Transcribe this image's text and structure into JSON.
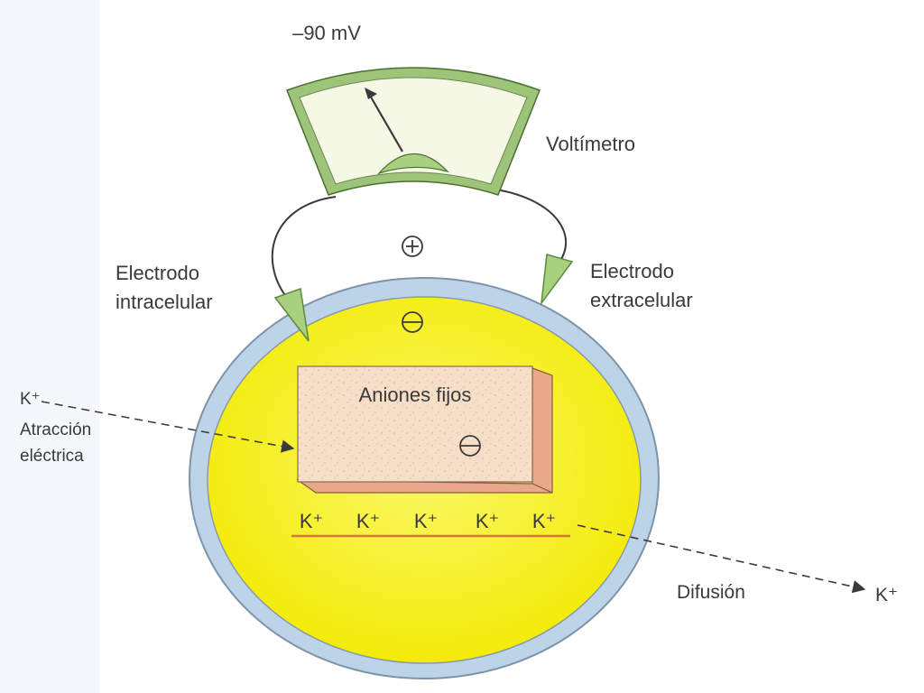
{
  "meter": {
    "reading": "–90 mV",
    "label": "Voltímetro"
  },
  "electrodes": {
    "intracellular": [
      "Electrodo",
      "intracelular"
    ],
    "extracellular": [
      "Electrodo",
      "extracelular"
    ]
  },
  "charges": {
    "positive": "+",
    "negative": "−"
  },
  "anions": {
    "label": "Aniones fijos"
  },
  "potassium": {
    "ions": [
      "K⁺",
      "K⁺",
      "K⁺",
      "K⁺",
      "K⁺"
    ],
    "attraction_ion": "K⁺",
    "attraction_label": [
      "Atracción",
      "eléctrica"
    ],
    "diffusion_label": "Difusión",
    "diffusion_ion": "K⁺"
  },
  "colors": {
    "cytoplasm": "#f6f000",
    "membrane": "#bcd3e8",
    "meter_face": "#f4f8e4",
    "meter_frame": "#8dba6a",
    "electrode": "#a8d07e",
    "anion_block": "#f4dcc4",
    "anion_side": "#e8a98a",
    "k_line": "#d9733c"
  }
}
